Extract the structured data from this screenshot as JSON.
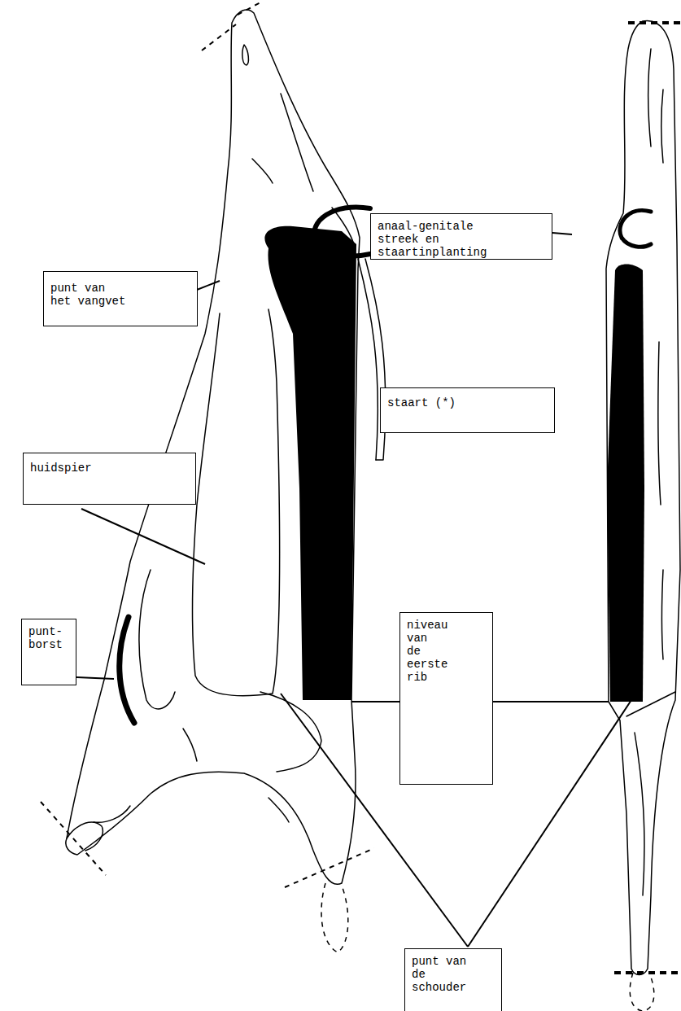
{
  "diagram": {
    "nodes": [
      {
        "text": [
          "anaal-genitale streek en staartinplanting"
        ]
      },
      {
        "text": [
          "punt van het vangvet"
        ]
      },
      {
        "text": [
          "staart (*)"
        ]
      },
      {
        "text": [
          "huidspier"
        ]
      },
      {
        "text": [
          "punt- borst"
        ]
      },
      {
        "text": [
          "niveau van de eerste rib"
        ]
      },
      {
        "text": [
          "punt van de schouder"
        ]
      }
    ]
  }
}
